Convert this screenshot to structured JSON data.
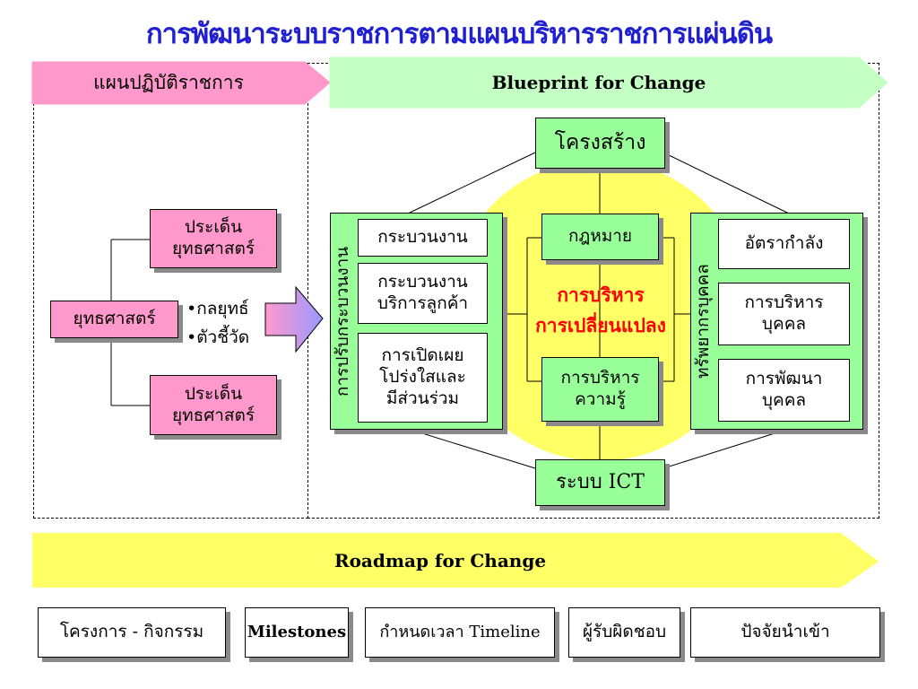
{
  "title": "การพัฒนาระบบราชการตามแผนบริหารราชการแผ่นดิน",
  "left_header": "แผนปฏิบัติราชการ",
  "right_header": "Blueprint for Change",
  "strategy": {
    "main": "ยุทธศาสตร์",
    "issue_top": "ประเด็น\nยุทธศาสตร์",
    "issue_bottom": "ประเด็น\nยุทธศาสตร์",
    "bullets": [
      "•กลยุทธ์",
      "•ตัวชี้วัด"
    ]
  },
  "blueprint": {
    "structure": "โครงสร้าง",
    "ict": "ระบบ ICT",
    "process_group_label": "การปรับกระบวนงาน",
    "process_items": [
      "กระบวนงาน",
      "กระบวนงาน\nบริการลูกค้า",
      "การเปิดเผย\nโปร่งใสและ\nมีส่วนร่วม"
    ],
    "law": "กฎหมาย",
    "knowledge": "การบริหาร\nความรู้",
    "center_line1": "การบริหาร",
    "center_line2": "การเปลี่ยนแปลง",
    "hr_group_label": "ทรัพยากรบุคคล",
    "hr_items": [
      "อัตรากำลัง",
      "การบริหาร\nบุคคล",
      "การพัฒนา\nบุคคล"
    ]
  },
  "roadmap_header": "Roadmap for Change",
  "roadmap_items": [
    "โครงการ - กิจกรรม",
    "Milestones",
    "กำหนดเวลา Timeline",
    "ผู้รับผิดชอบ",
    "ปัจจัยนำเข้า"
  ],
  "colors": {
    "title": "#2020d0",
    "pink": "#ff99cc",
    "green": "#99ff99",
    "yellow": "#ffff66",
    "red": "#ff0000"
  }
}
